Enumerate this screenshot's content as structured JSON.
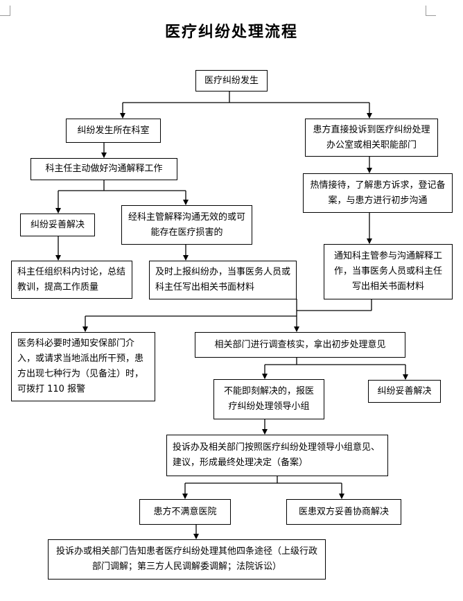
{
  "title": "医疗纠纷处理流程",
  "nodes": {
    "start": "医疗纠纷发生",
    "dept_occur": "纠纷发生所在科室",
    "director_explain": "科主任主动做好沟通解释工作",
    "resolved_1": "纠纷妥善解决",
    "director_review": "科主任组织科内讨论，总结教训，提高工作质量",
    "ineffective": "经科主管解释沟通无效的或可能存在医疗损害的",
    "report": "及时上报纠纷办，当事医务人员或科主任写出相关书面材料",
    "patient_complaint": "患方直接投诉到医疗纠纷处理办公室或相关职能部门",
    "reception": "热情接待，了解患方诉求，登记备案，与患方进行初步沟通",
    "notify_director": "通知科主管参与沟通解释工作，当事医务人员或科主任写出相关书面材料",
    "security": "医务科必要时通知安保部门介入，或请求当地派出所干预，患方出现七种行为（见备注）时，可拨打 110 报警",
    "investigate": "相关部门进行调查核实，拿出初步处理意见",
    "cannot_resolve": "不能即刻解决的，报医疗纠纷处理领导小组",
    "resolved_2": "纠纷妥善解决",
    "final_decision": "投诉办及相关部门按照医疗纠纷处理领导小组意见、建议，形成最终处理决定（备案）",
    "not_satisfied": "患方不满意医院",
    "negotiate": "医患双方妥善协商解决",
    "other_ways": "投诉办或相关部门告知患者医疗纠纷处理其他四条途径（上级行政部门调解；第三方人民调解委调解；法院诉讼）"
  }
}
